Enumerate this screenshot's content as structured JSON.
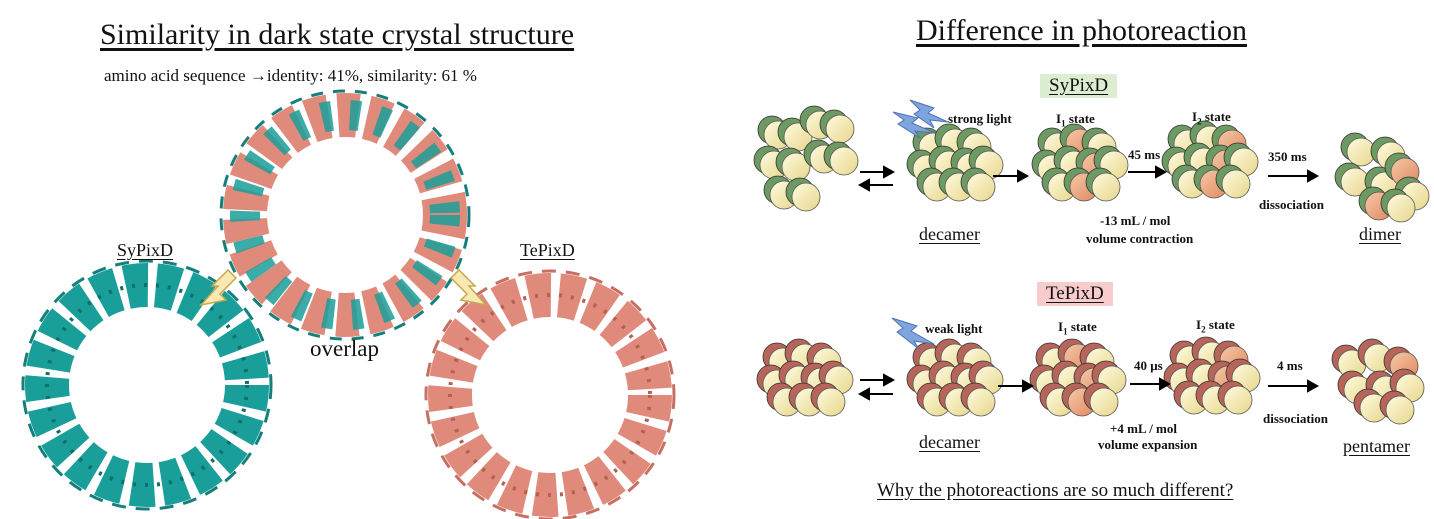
{
  "left": {
    "title": "Similarity in dark state crystal structure",
    "subtitle": "amino acid sequence →identity: 41%, similarity: 61 %",
    "sypixd_label": "SyPixD",
    "tepixd_label": "TePixD",
    "overlap_label": "overlap",
    "colors": {
      "sypixd": "#1a9e99",
      "tepixd": "#e08a7c",
      "arrow_fill": "#f7e8b4"
    }
  },
  "right": {
    "title": "Difference in photoreaction",
    "sypixd": {
      "tag": "SyPixD",
      "tag_color": "#dcedd2",
      "light": "strong light",
      "decamer": "decamer",
      "i1": "I",
      "i1_sub": "1",
      "i2": "I",
      "i2_sub": "2",
      "state": " state",
      "t1": "45 ms",
      "t2": "350 ms",
      "volume_value": "-13 mL / mol",
      "volume_text": "volume contraction",
      "dissociation": "dissociation",
      "product": "dimer"
    },
    "tepixd": {
      "tag": "TePixD",
      "tag_color": "#f8cccc",
      "light": "weak light",
      "decamer": "decamer",
      "i1": "I",
      "i1_sub": "1",
      "i2": "I",
      "i2_sub": "2",
      "state": " state",
      "t1": "40 μs",
      "t2": "4 ms",
      "volume_value": "+4 mL / mol",
      "volume_text": "volume expansion",
      "dissociation": "dissociation",
      "product": "pentamer"
    },
    "question": "Why the photoreactions are so much different?"
  }
}
